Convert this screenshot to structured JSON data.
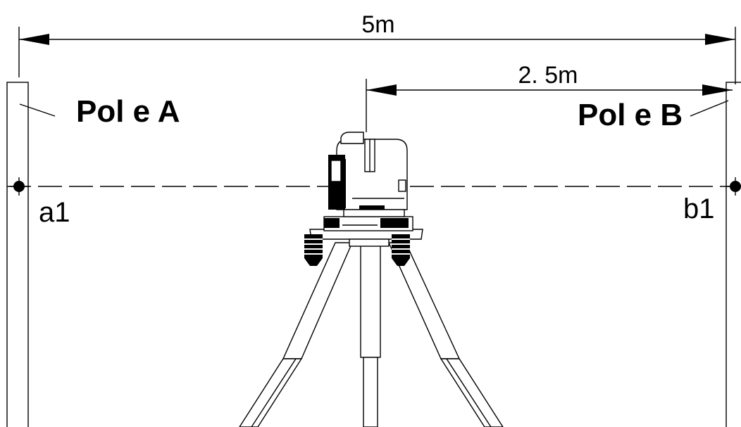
{
  "dimensions": {
    "total": "5m",
    "half": "2. 5m"
  },
  "poles": {
    "a": "Pol e  A",
    "b": "Pol e  B"
  },
  "points": {
    "a1": "a1",
    "b1": "b1"
  }
}
